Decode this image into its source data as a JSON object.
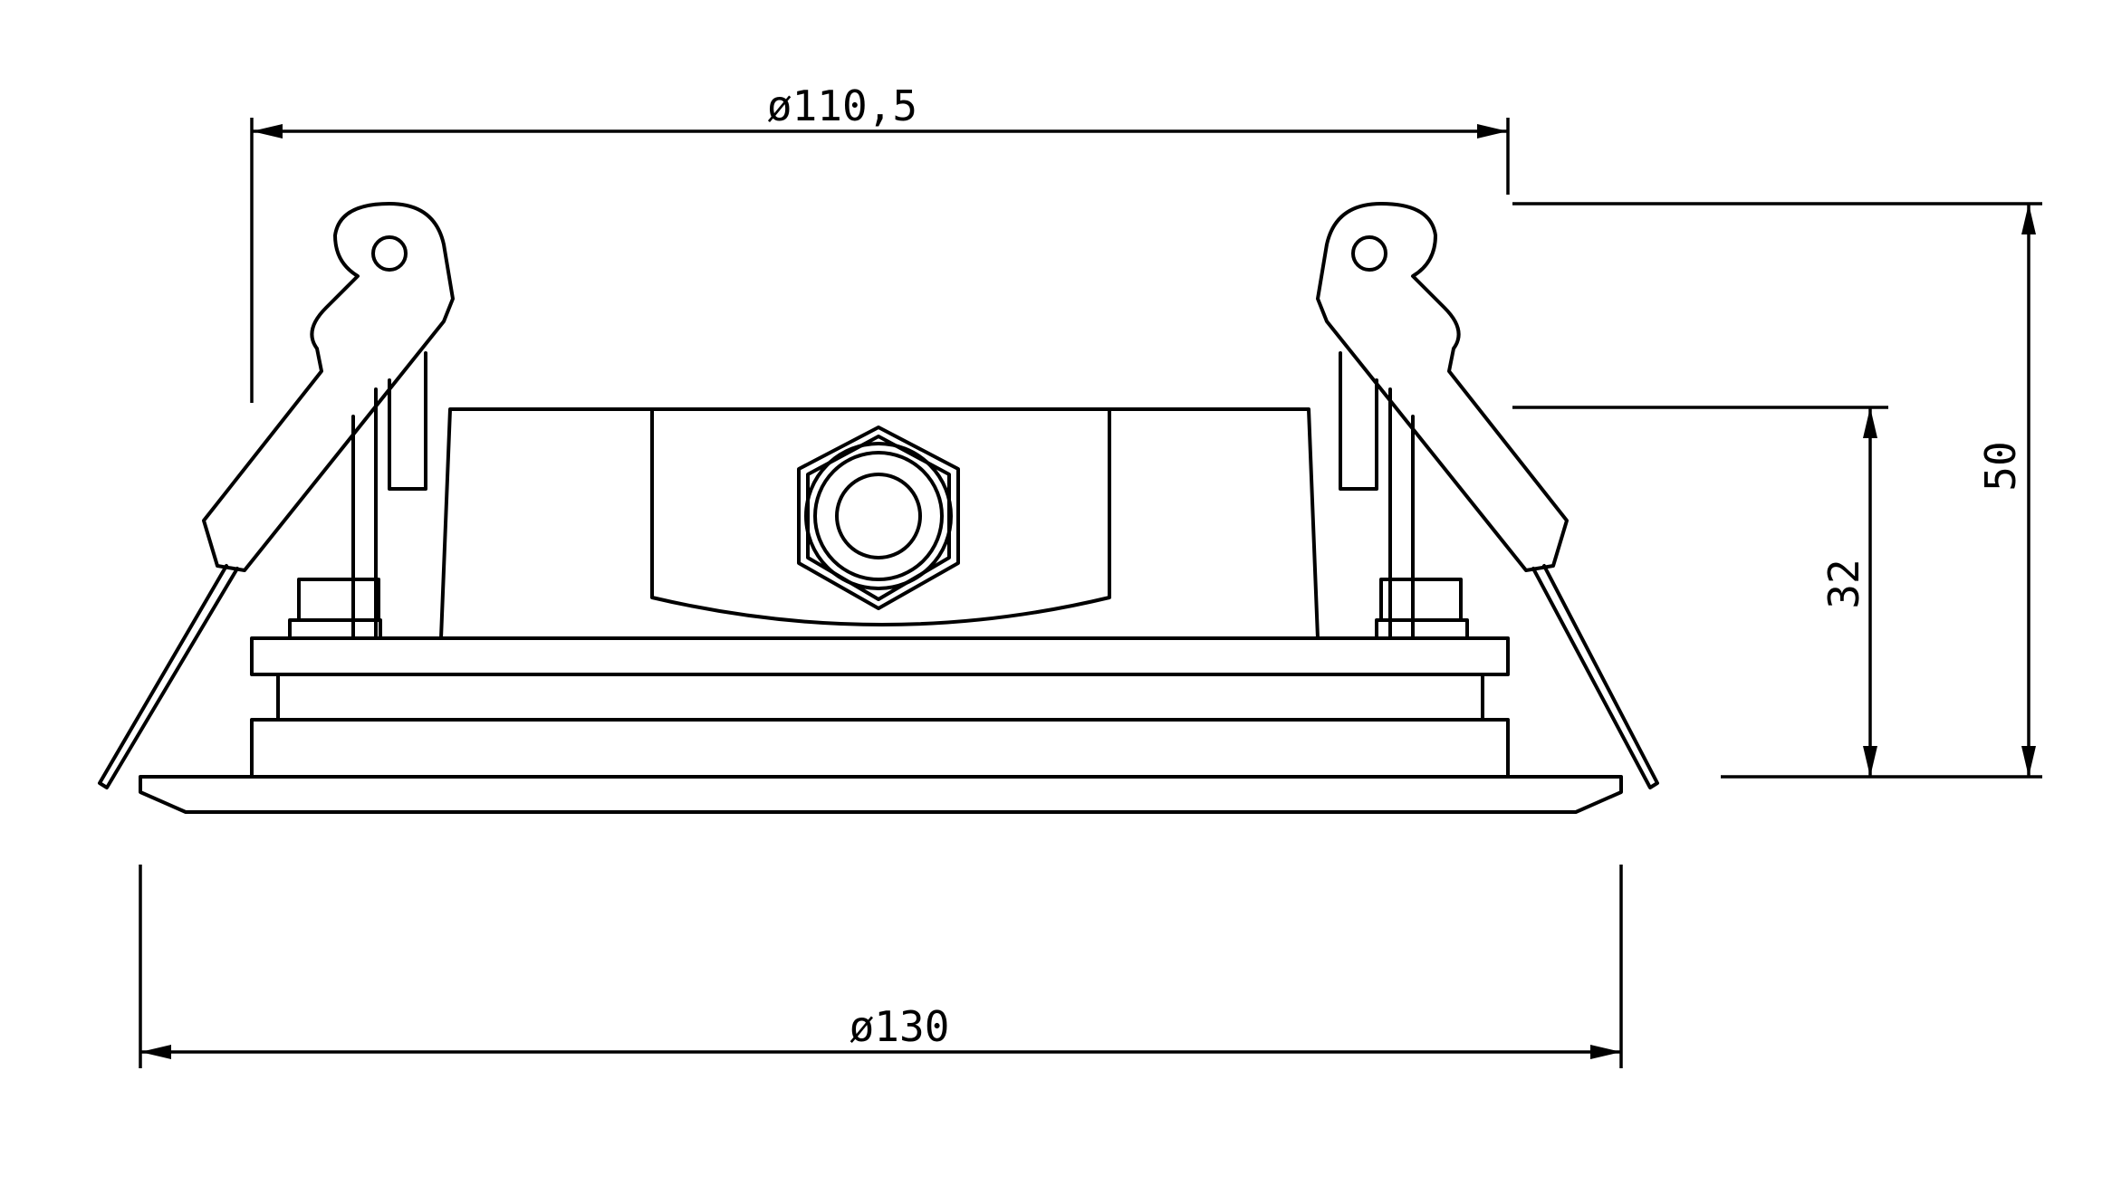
{
  "dimensions": {
    "top_diameter": "ø110,5",
    "bottom_diameter": "ø130",
    "overall_height": "50",
    "body_height": "32"
  },
  "colors": {
    "line": "#000000",
    "background": "#ffffff"
  }
}
